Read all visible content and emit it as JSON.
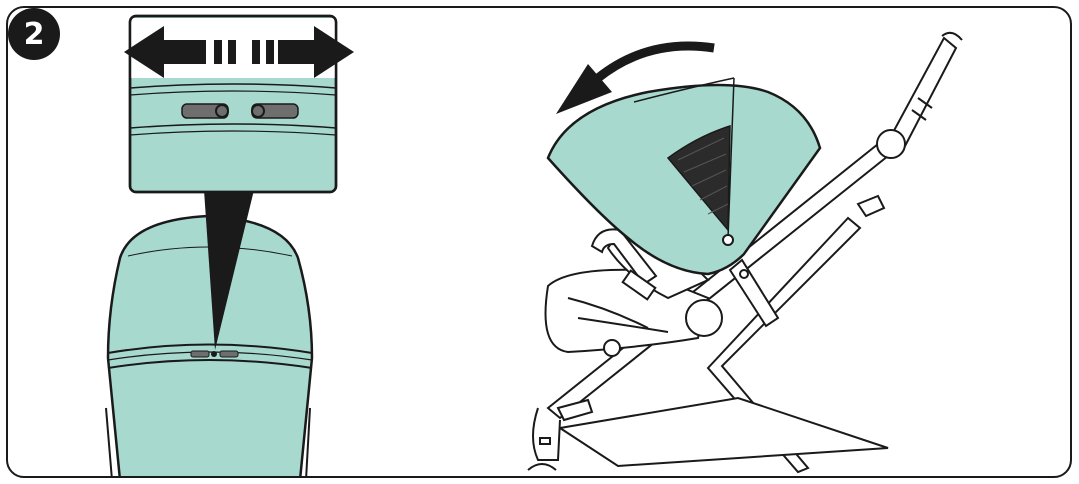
{
  "step": {
    "number": "2"
  },
  "colors": {
    "canopy_fill": "#a7d9ce",
    "outline": "#1a1a1a",
    "mesh": "#2b2b2b",
    "zipper": "#6e6e6e",
    "arrow": "#1a1a1a",
    "background": "#ffffff"
  },
  "icons": {
    "left_arrow": "double-headed-arrow-left",
    "right_arrow": "double-headed-arrow-right",
    "rotate_arrow": "curved-arrow-counterclockwise"
  }
}
